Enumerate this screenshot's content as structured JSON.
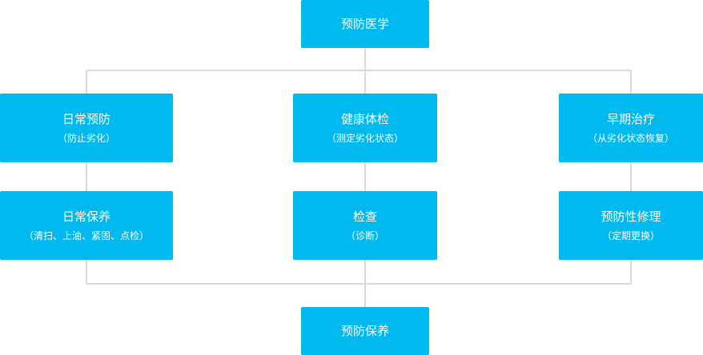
{
  "diagram": {
    "top": {
      "title": "预防医学"
    },
    "left_upper": {
      "title": "日常预防",
      "sub": "（防止劣化）"
    },
    "center_upper": {
      "title": "健康体检",
      "sub": "（测定劣化状态）"
    },
    "right_upper": {
      "title": "早期治疗",
      "sub": "（从劣化状态恢复）"
    },
    "left_lower": {
      "title": "日常保养",
      "sub": "（清扫、上油、紧固、点检）"
    },
    "center_lower": {
      "title": "检查",
      "sub": "（诊断）"
    },
    "right_lower": {
      "title": "预防性修理",
      "sub": "（定期更换）"
    },
    "bottom": {
      "title": "预防保养"
    }
  },
  "colors": {
    "node_fill": "#00b9ef",
    "node_text": "#ffffff",
    "connector": "#d9d9d9"
  }
}
